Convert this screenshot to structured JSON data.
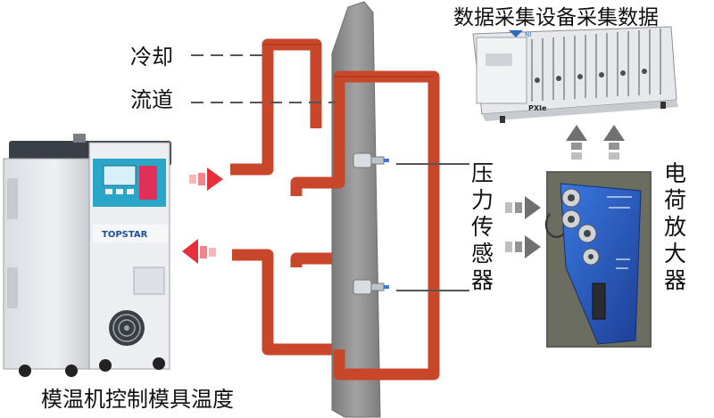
{
  "labels": {
    "daq_title": "数据采集设备采集数据",
    "cooling_line1": "冷却",
    "cooling_line2": "流道",
    "pressure_sensor": [
      "压",
      "力",
      "传",
      "感",
      "器"
    ],
    "charge_amplifier": [
      "电",
      "荷",
      "放",
      "大",
      "器"
    ],
    "bottom_caption": "模温机控制模具温度"
  },
  "device_marks": {
    "brand": "TOPSTAR",
    "daq_brand": "NI",
    "daq_model": "PXIe"
  },
  "colors": {
    "channel": "#c8462a",
    "channel_dark": "#8f2d1a",
    "mold_plate": "#8f8f8f",
    "arrow_red": "#e8303a",
    "arrow_gray": "#707070",
    "machine_teal": "#2aa6c8",
    "amp_blue": "#2a5fc4"
  }
}
